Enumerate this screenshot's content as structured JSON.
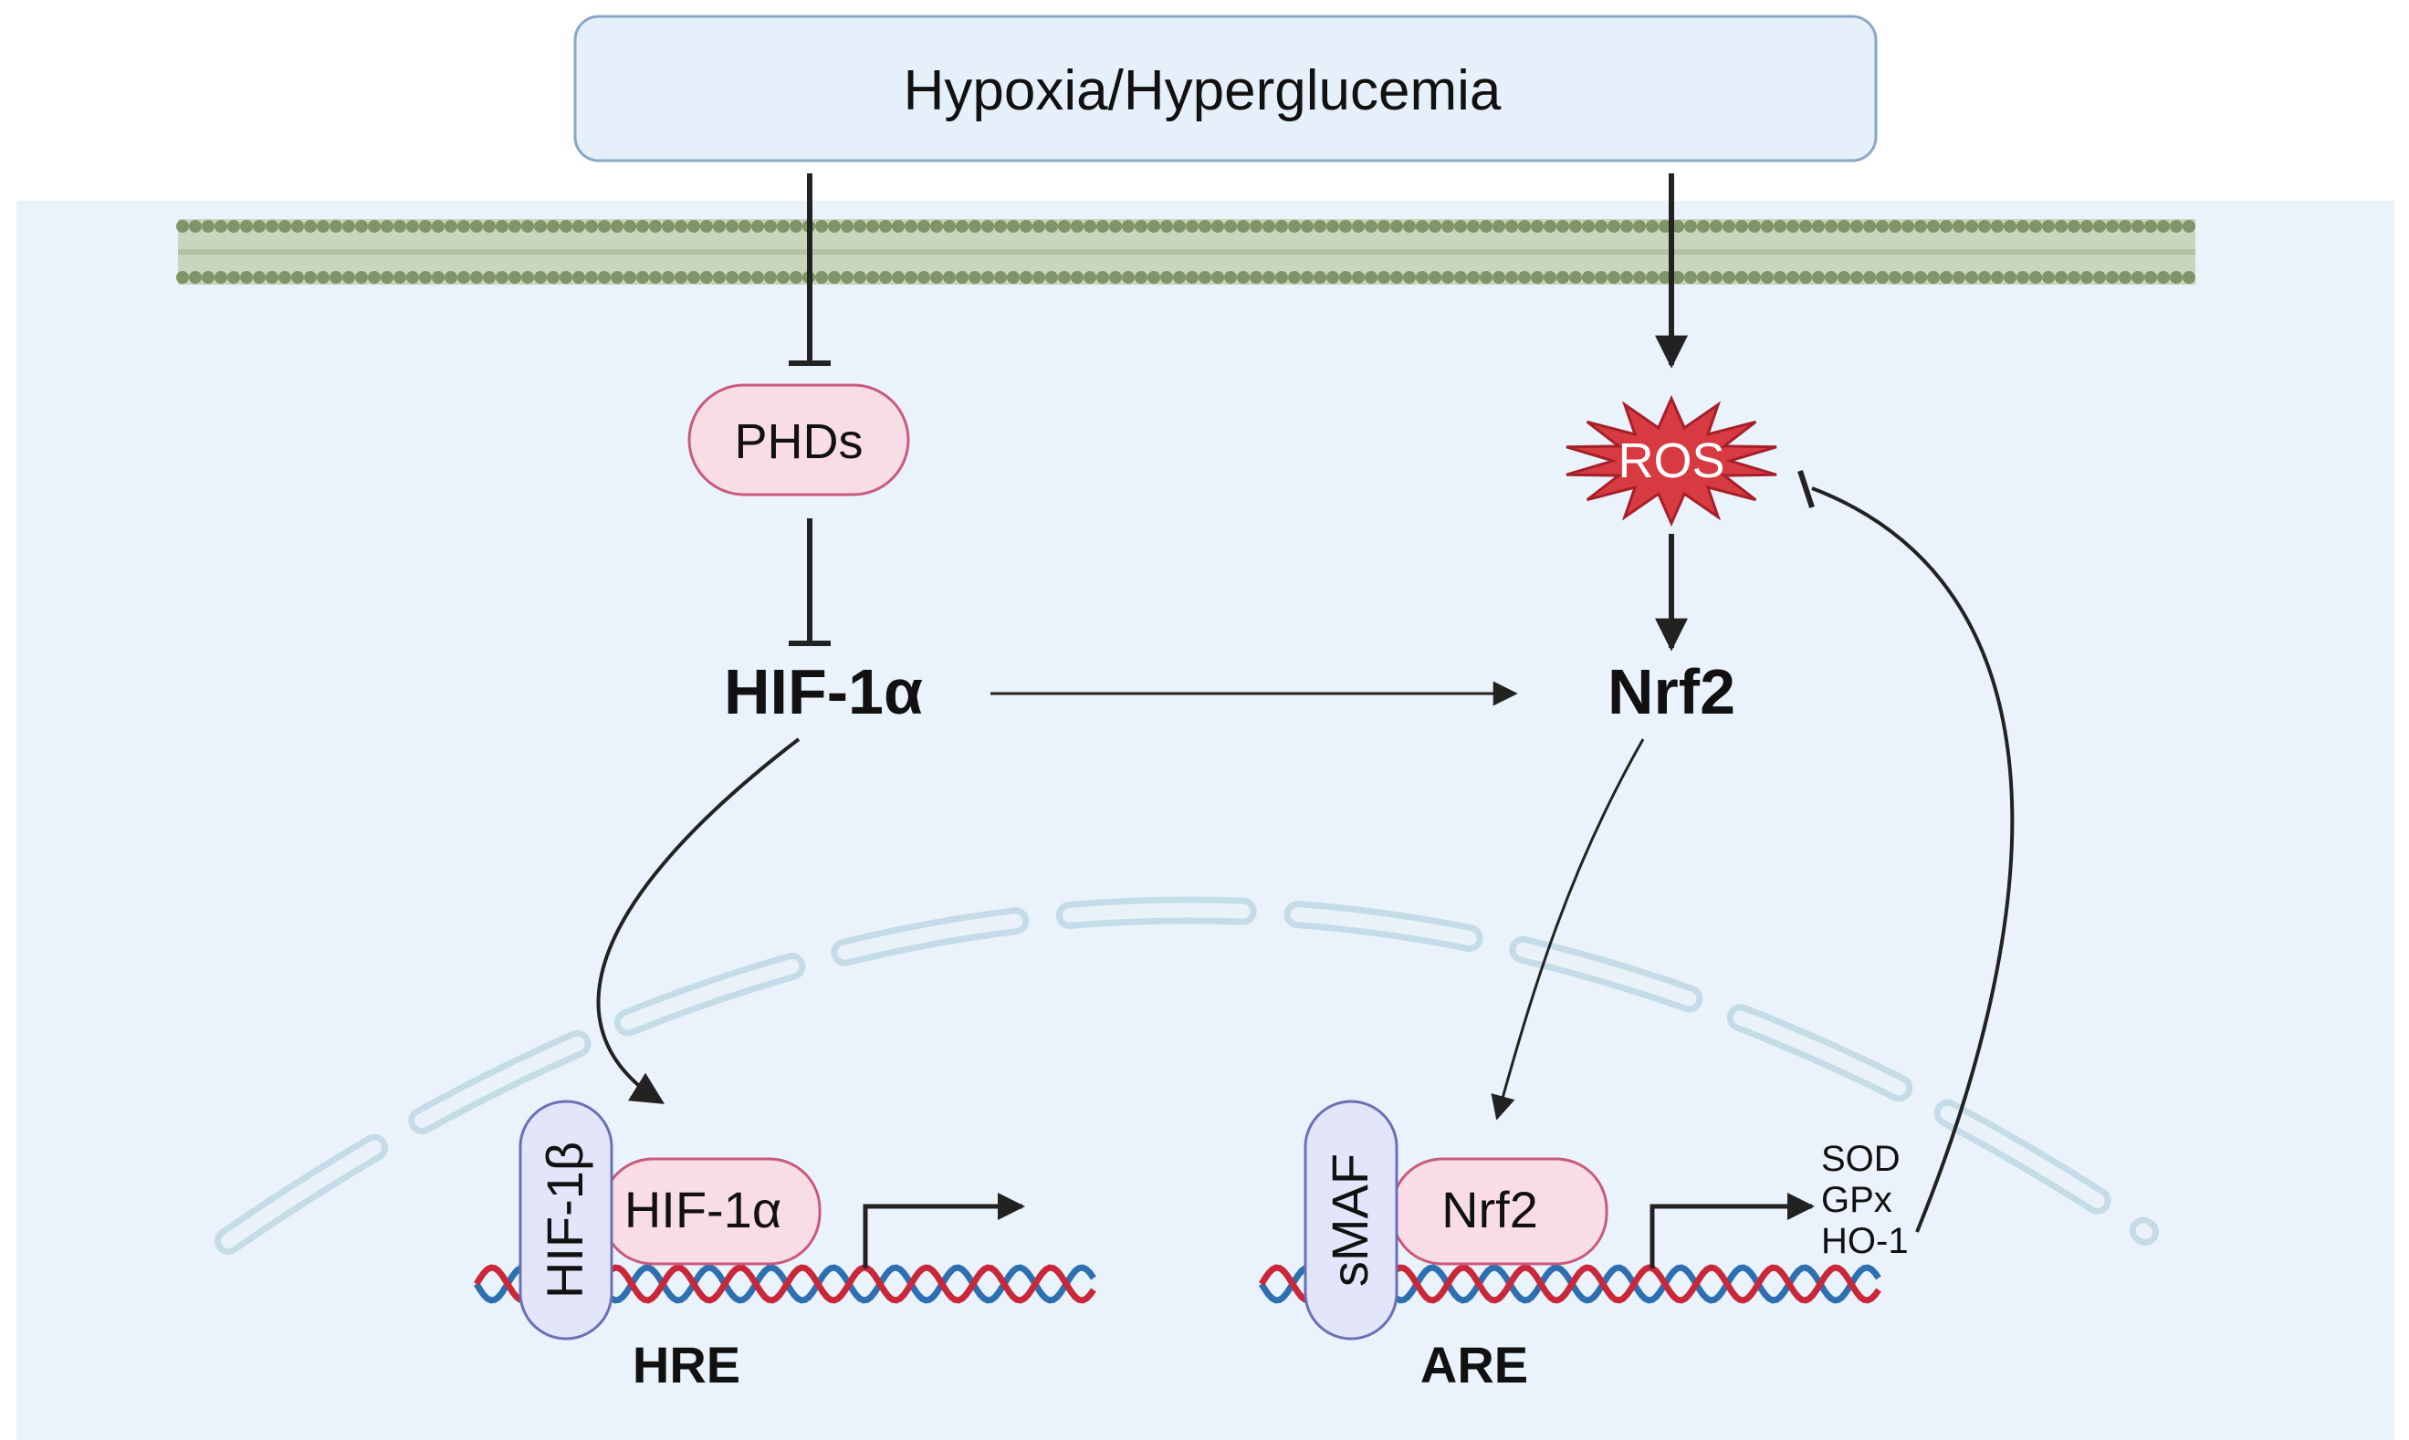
{
  "header": {
    "stimulus_label": "Hypoxia/Hyperglucemia"
  },
  "cytoplasm": {
    "phds_label": "PHDs",
    "ros_label": "ROS",
    "hif1a_label": "HIF-1α",
    "nrf2_label": "Nrf2"
  },
  "nucleus": {
    "hif1b_label": "HIF-1β",
    "hif1a_bound_label": "HIF-1α",
    "hre_label": "HRE",
    "smaf_label": "sMAF",
    "nrf2_bound_label": "Nrf2",
    "are_label": "ARE",
    "target_genes": [
      "SOD",
      "GPx",
      "HO-1"
    ]
  },
  "colors": {
    "cell_background": "#eaf3fb",
    "membrane": "#7f9467",
    "stimulus_box": "#e6f0fa",
    "protein_pink": "#f9dde6",
    "protein_blue": "#e3e6fa",
    "ros": "#d73a40",
    "nuclear_envelope": "#c4dbe8",
    "dna_red": "#c8283a",
    "dna_blue": "#2d6fb0",
    "arrow": "#222222"
  }
}
